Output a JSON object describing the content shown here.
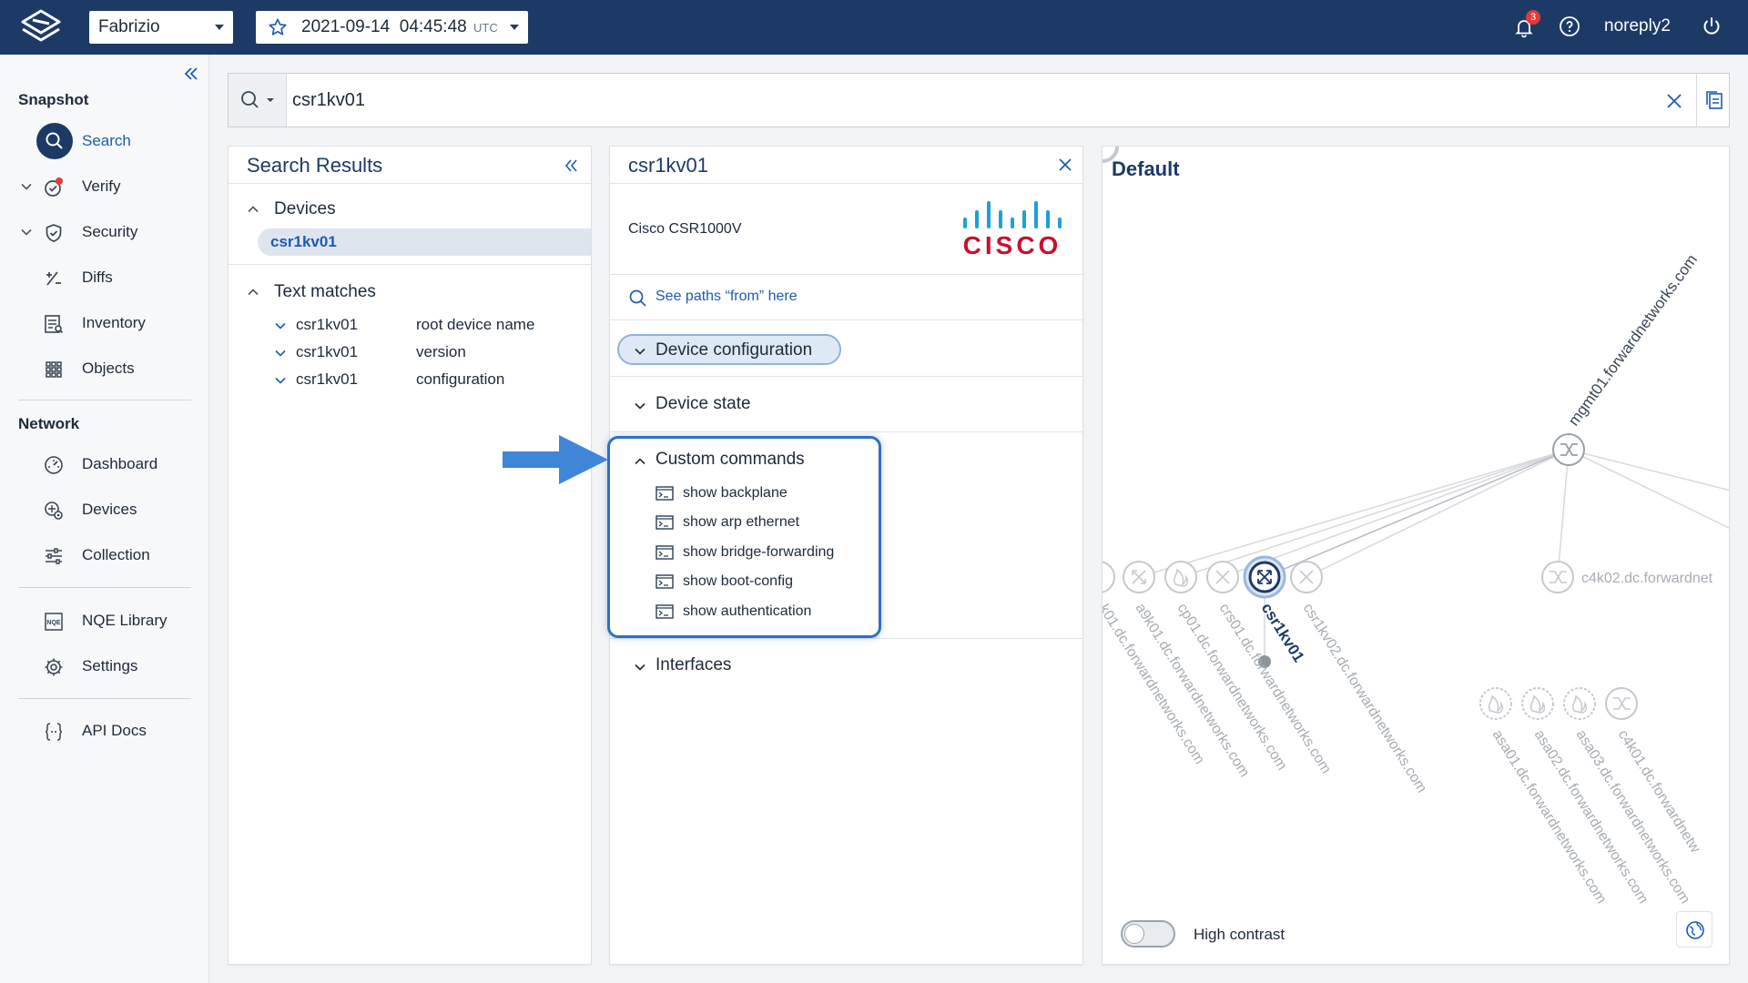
{
  "topbar": {
    "tenant": "Fabrizio",
    "snapshot_date": "2021-09-14",
    "snapshot_time": "04:45:48",
    "snapshot_tz": "UTC",
    "notification_count": "3",
    "username": "noreply2"
  },
  "sidebar": {
    "snapshot_section": "Snapshot",
    "snapshot_items": [
      {
        "label": "Search",
        "icon": "search-icon"
      },
      {
        "label": "Verify",
        "icon": "verify-icon"
      },
      {
        "label": "Security",
        "icon": "shield-icon"
      },
      {
        "label": "Diffs",
        "icon": "diffs-icon"
      },
      {
        "label": "Inventory",
        "icon": "inventory-icon"
      },
      {
        "label": "Objects",
        "icon": "grid-icon"
      }
    ],
    "network_section": "Network",
    "network_items": [
      {
        "label": "Dashboard",
        "icon": "gauge-icon"
      },
      {
        "label": "Devices",
        "icon": "devices-icon"
      },
      {
        "label": "Collection",
        "icon": "sliders-icon"
      }
    ],
    "other_items": [
      {
        "label": "NQE Library",
        "icon": "nqe-icon"
      },
      {
        "label": "Settings",
        "icon": "gear-icon"
      }
    ],
    "api_items": [
      {
        "label": "API Docs",
        "icon": "braces-icon"
      }
    ]
  },
  "search": {
    "query": "csr1kv01"
  },
  "results": {
    "title": "Search Results",
    "devices_group": "Devices",
    "selected_device": "csr1kv01",
    "text_group": "Text matches",
    "text_matches": [
      {
        "device": "csr1kv01",
        "field": "root device name"
      },
      {
        "device": "csr1kv01",
        "field": "version"
      },
      {
        "device": "csr1kv01",
        "field": "configuration"
      }
    ]
  },
  "detail": {
    "title": "csr1kv01",
    "model": "Cisco CSR1000V",
    "vendor_logo": "CISCO",
    "see_paths": "See paths “from” here",
    "device_configuration": "Device configuration",
    "device_state": "Device state",
    "custom_commands": "Custom commands",
    "commands": [
      "show backplane",
      "show arp ethernet",
      "show bridge-forwarding",
      "show boot-config",
      "show authentication"
    ],
    "interfaces": "Interfaces"
  },
  "topology": {
    "title": "Default",
    "high_contrast_label": "High contrast",
    "high_contrast_on": false,
    "nodes": {
      "mgmt": "mgmt01.forwardnetworks.com",
      "c4k02": "c4k02.dc.forwardnet",
      "k01": "k01.dc.forwardnetworks.com",
      "a9k01": "a9k01.dc.forwardnetworks.com",
      "cp01": "cp01.dc.forwardnetworks.com",
      "crs01": "crs01.dc.forwardnetworks.com",
      "csr1kv01": "csr1kv01",
      "csr1kv02": "csr1kv02.dc.forwardnetworks.com",
      "asa01": "asa01.dc.forwardnetworks.com",
      "asa02": "asa02.dc.forwardnetworks.com",
      "asa03": "asa03.dc.forwardnetworks.com",
      "c4k01": "c4k01.dc.forwardnetw"
    }
  },
  "colors": {
    "topbar": "#1d3a67",
    "accent": "#1d5bb0",
    "highlight": "#2f6fc2",
    "arrow": "#3f86d8"
  }
}
